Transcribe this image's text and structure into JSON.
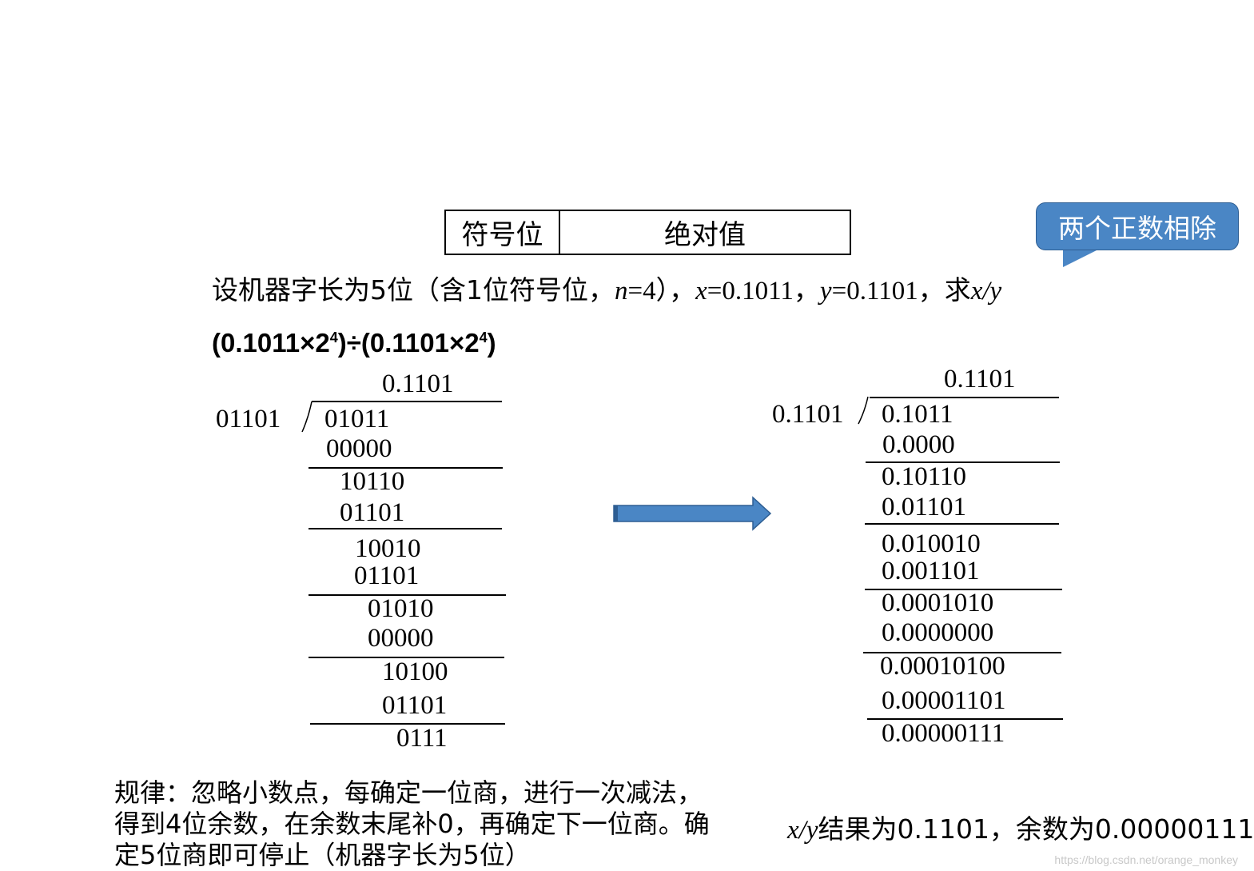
{
  "format_box": {
    "sign_label": "符号位",
    "abs_label": "绝对值"
  },
  "callout": {
    "text": "两个正数相除"
  },
  "problem": {
    "prefix": "设机器字长为5位（含1位符号位，",
    "n_var": "n",
    "n_rest": "=4），",
    "x_var": "x",
    "x_rest": "=0.1011，",
    "y_var": "y",
    "y_rest": "=0.1101，求",
    "ask": "x/y"
  },
  "expression": {
    "part1": "(0.1011×2",
    "exp1": "4",
    "part2": ")÷(0.1101×2",
    "exp2": "4",
    "part3": ")"
  },
  "left_division": {
    "quotient": "0.1101",
    "divisor": "01101",
    "rows": [
      "01011",
      "00000",
      "10110",
      "01101",
      "10010",
      "01101",
      "01010",
      "00000",
      "10100",
      "01101",
      "0111"
    ]
  },
  "right_division": {
    "quotient": "0.1101",
    "divisor": "0.1101",
    "rows": [
      "0.1011",
      "0.0000",
      "0.10110",
      "0.01101",
      "0.010010",
      "0.001101",
      "0.0001010",
      "0.0000000",
      "0.00010100",
      "0.00001101",
      "0.00000111"
    ]
  },
  "rule": {
    "text": "规律：忽略小数点，每确定一位商，进行一次减法，得到4位余数，在余数末尾补0，再确定下一位商。确定5位商即可停止（机器字长为5位）"
  },
  "result": {
    "var": "x/y",
    "text": "结果为0.1101，余数为0.00000111"
  },
  "watermark": "https://blog.csdn.net/orange_monkey",
  "colors": {
    "arrow": "#4a86c5",
    "callout": "#4a86c5"
  }
}
